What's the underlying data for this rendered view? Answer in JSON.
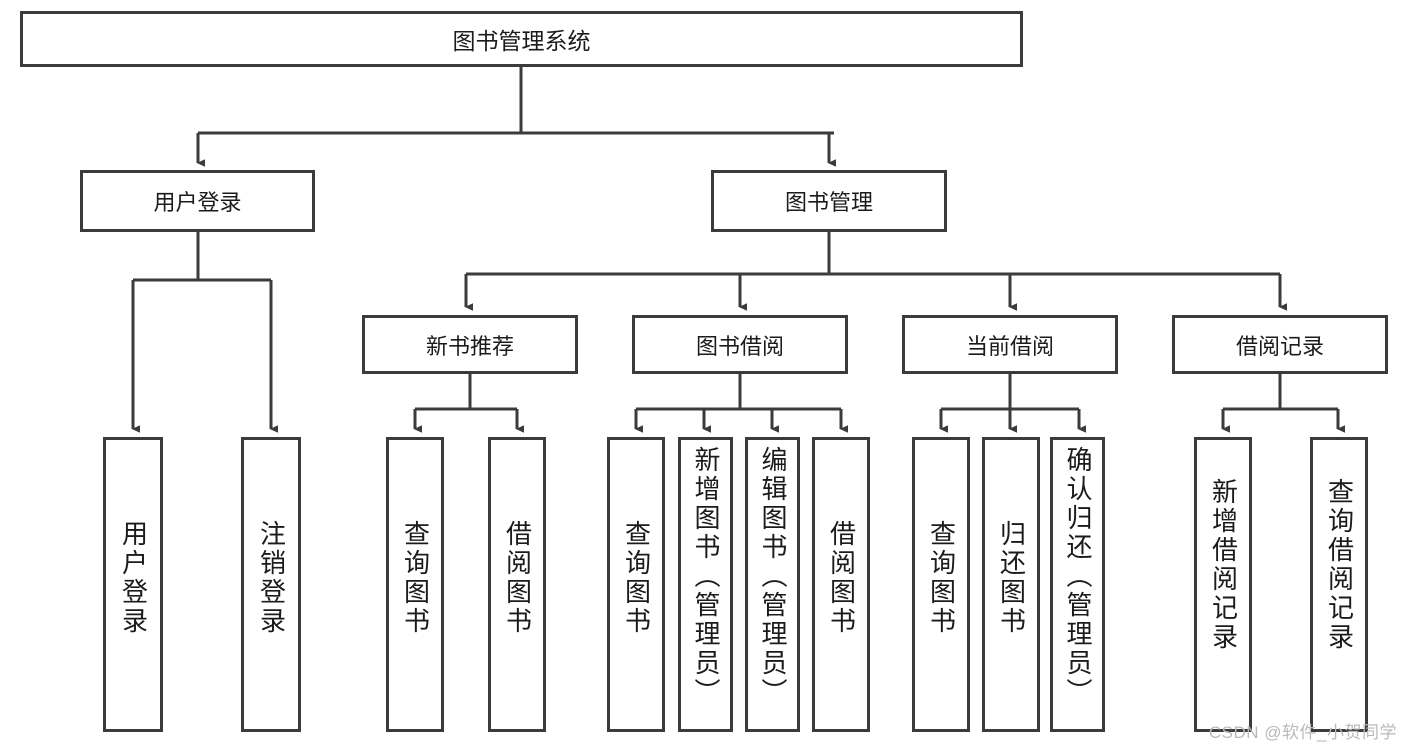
{
  "diagram": {
    "title": "图书管理系统",
    "type": "tree",
    "root": {
      "label": "图书管理系统"
    },
    "level2": [
      {
        "id": "user-login",
        "label": "用户登录"
      },
      {
        "id": "book-manage",
        "label": "图书管理"
      }
    ],
    "level3": [
      {
        "id": "new-book-recommend",
        "label": "新书推荐"
      },
      {
        "id": "book-borrow",
        "label": "图书借阅"
      },
      {
        "id": "current-borrow",
        "label": "当前借阅"
      },
      {
        "id": "borrow-record",
        "label": "借阅记录"
      }
    ],
    "leaves": [
      {
        "id": "leaf-user-login",
        "label": "用户登录",
        "parent": "user-login"
      },
      {
        "id": "leaf-user-logout",
        "label": "注销登录",
        "parent": "user-login"
      },
      {
        "id": "leaf-query-book-1",
        "label": "查询图书",
        "parent": "new-book-recommend"
      },
      {
        "id": "leaf-borrow-book-1",
        "label": "借阅图书",
        "parent": "new-book-recommend"
      },
      {
        "id": "leaf-query-book-2",
        "label": "查询图书",
        "parent": "book-borrow"
      },
      {
        "id": "leaf-add-book",
        "label": "新增图书（管理员）",
        "parent": "book-borrow"
      },
      {
        "id": "leaf-edit-book",
        "label": "编辑图书（管理员）",
        "parent": "book-borrow"
      },
      {
        "id": "leaf-borrow-book-2",
        "label": "借阅图书",
        "parent": "book-borrow"
      },
      {
        "id": "leaf-query-book-3",
        "label": "查询图书",
        "parent": "current-borrow"
      },
      {
        "id": "leaf-return-book",
        "label": "归还图书",
        "parent": "current-borrow"
      },
      {
        "id": "leaf-confirm-return",
        "label": "确认归还（管理员）",
        "parent": "current-borrow"
      },
      {
        "id": "leaf-add-record",
        "label": "新增借阅记录",
        "parent": "borrow-record"
      },
      {
        "id": "leaf-query-record",
        "label": "查询借阅记录",
        "parent": "borrow-record"
      }
    ]
  },
  "watermark": {
    "text": "CSDN @软件_小贺同学"
  },
  "colors": {
    "border": "#3b3b3b",
    "text": "#1b1b1b",
    "background": "#ffffff",
    "watermark": "#b9b9b9"
  }
}
